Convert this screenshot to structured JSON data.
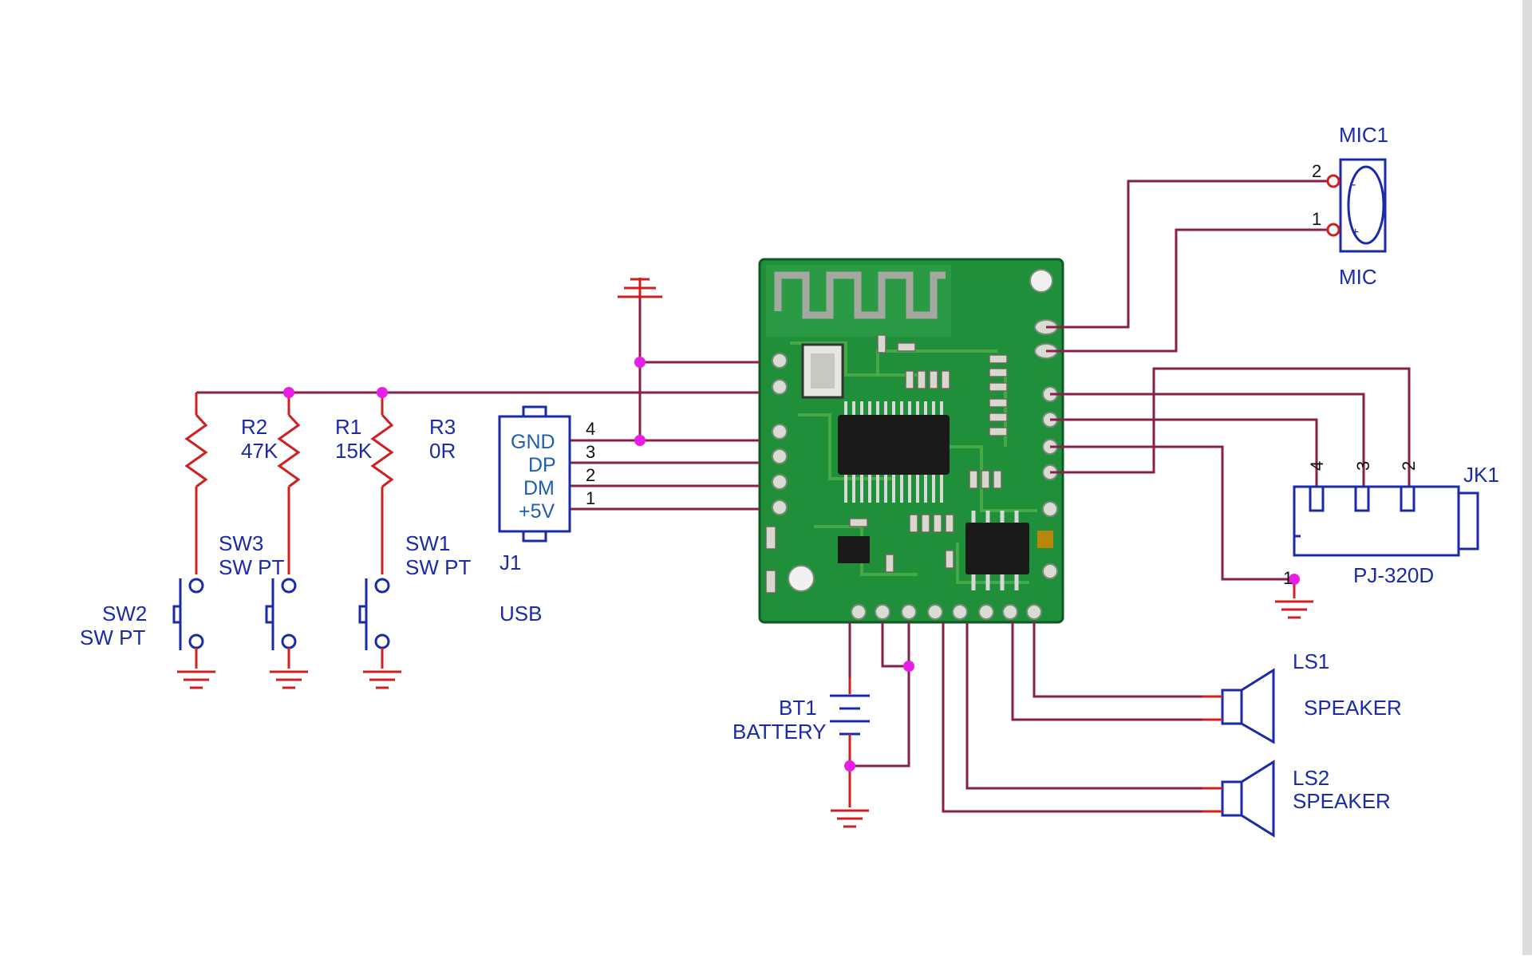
{
  "labels": {
    "mic1_ref": "MIC1",
    "mic1_val": "MIC",
    "mic_pin2": "2",
    "mic_pin1": "1",
    "jk1_ref": "JK1",
    "jk1_val": "PJ-320D",
    "jk_pin4": "4",
    "jk_pin3": "3",
    "jk_pin2": "2",
    "jk_pin1": "1",
    "r2_ref": "R2",
    "r2_val": "47K",
    "r1_ref": "R1",
    "r1_val": "15K",
    "r3_ref": "R3",
    "r3_val": "0R",
    "sw3_ref": "SW3",
    "sw3_val": "SW PT",
    "sw1_ref": "SW1",
    "sw1_val": "SW PT",
    "sw2_ref": "SW2",
    "sw2_val": "SW PT",
    "j1_ref": "J1",
    "j1_val": "USB",
    "usb_gnd": "GND",
    "usb_dp": "DP",
    "usb_dm": "DM",
    "usb_5v": "+5V",
    "usb_pin4": "4",
    "usb_pin3": "3",
    "usb_pin2": "2",
    "usb_pin1": "1",
    "bt1_ref": "BT1",
    "bt1_val": "BATTERY",
    "ls1_ref": "LS1",
    "ls1_val": "SPEAKER",
    "ls2_ref": "LS2",
    "ls2_val": "SPEAKER"
  },
  "colors": {
    "wire": "#8a1f4a",
    "lead": "#d11f1f",
    "symbol": "#1a2aa8",
    "junction": "#e81ee8",
    "pcb": "#1f8f3a"
  }
}
